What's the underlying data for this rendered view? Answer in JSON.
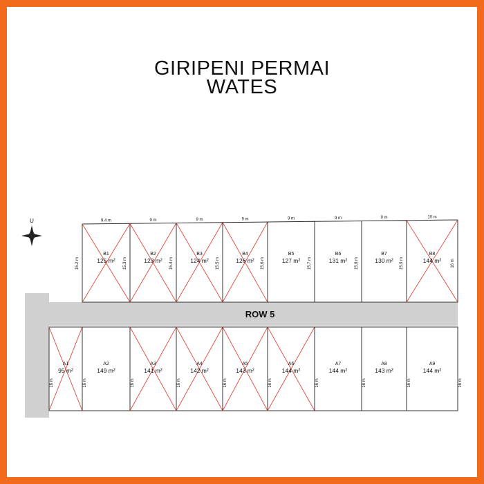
{
  "title": {
    "line1": "GIRIPENI PERMAI",
    "line2": "WATES"
  },
  "compass": {
    "label": "U"
  },
  "road": {
    "label": "ROW 5"
  },
  "colors": {
    "frame": "#f26a1b",
    "road": "#d0d0d0",
    "sold_cross": "#e0463c",
    "lines": "#333333"
  },
  "top_row": {
    "lots": [
      {
        "id": "B1",
        "area": "125 m²",
        "sold": true
      },
      {
        "id": "B2",
        "area": "123 m²",
        "sold": true
      },
      {
        "id": "B3",
        "area": "124 m²",
        "sold": true
      },
      {
        "id": "B4",
        "area": "126 m²",
        "sold": true
      },
      {
        "id": "B5",
        "area": "127 m²",
        "sold": false
      },
      {
        "id": "B6",
        "area": "131 m²",
        "sold": false
      },
      {
        "id": "B7",
        "area": "130 m²",
        "sold": false
      },
      {
        "id": "B8",
        "area": "144 m²",
        "sold": true
      }
    ],
    "widths": [
      "9.4 m",
      "9 m",
      "9 m",
      "9 m",
      "9 m",
      "9 m",
      "9 m",
      "10 m"
    ],
    "depths": [
      "15.2 m",
      "15.3 m",
      "15.4 m",
      "15.5 m",
      "15.6 m",
      "15.7 m",
      "15.8 m",
      "15.9 m",
      "16 m"
    ]
  },
  "bottom_row": {
    "lots": [
      {
        "id": "A1",
        "area": "95 m²",
        "sold": true
      },
      {
        "id": "A2",
        "area": "149 m²",
        "sold": false
      },
      {
        "id": "A3",
        "area": "141 m²",
        "sold": true
      },
      {
        "id": "A4",
        "area": "142 m²",
        "sold": true
      },
      {
        "id": "A5",
        "area": "143 m²",
        "sold": true
      },
      {
        "id": "A6",
        "area": "144 m²",
        "sold": true
      },
      {
        "id": "A7",
        "area": "144 m²",
        "sold": false
      },
      {
        "id": "A8",
        "area": "143 m²",
        "sold": false
      },
      {
        "id": "A9",
        "area": "144 m²",
        "sold": false
      }
    ],
    "depths": [
      "16 m",
      "16 m",
      "16 m",
      "16 m",
      "16 m",
      "16 m",
      "16 m",
      "16 m",
      "16 m",
      "16 m"
    ]
  }
}
